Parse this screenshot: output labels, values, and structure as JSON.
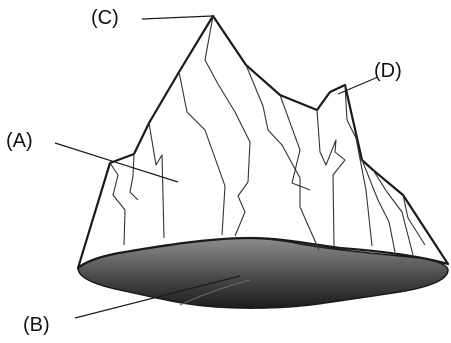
{
  "labels": {
    "a": "(A)",
    "b": "(B)",
    "c": "(C)",
    "d": "(D)"
  },
  "colors": {
    "outline": "#1a1a1a",
    "inner_lines": "#3a3a3a",
    "base_light": "#8a8a8a",
    "base_dark": "#1e1e1e"
  }
}
